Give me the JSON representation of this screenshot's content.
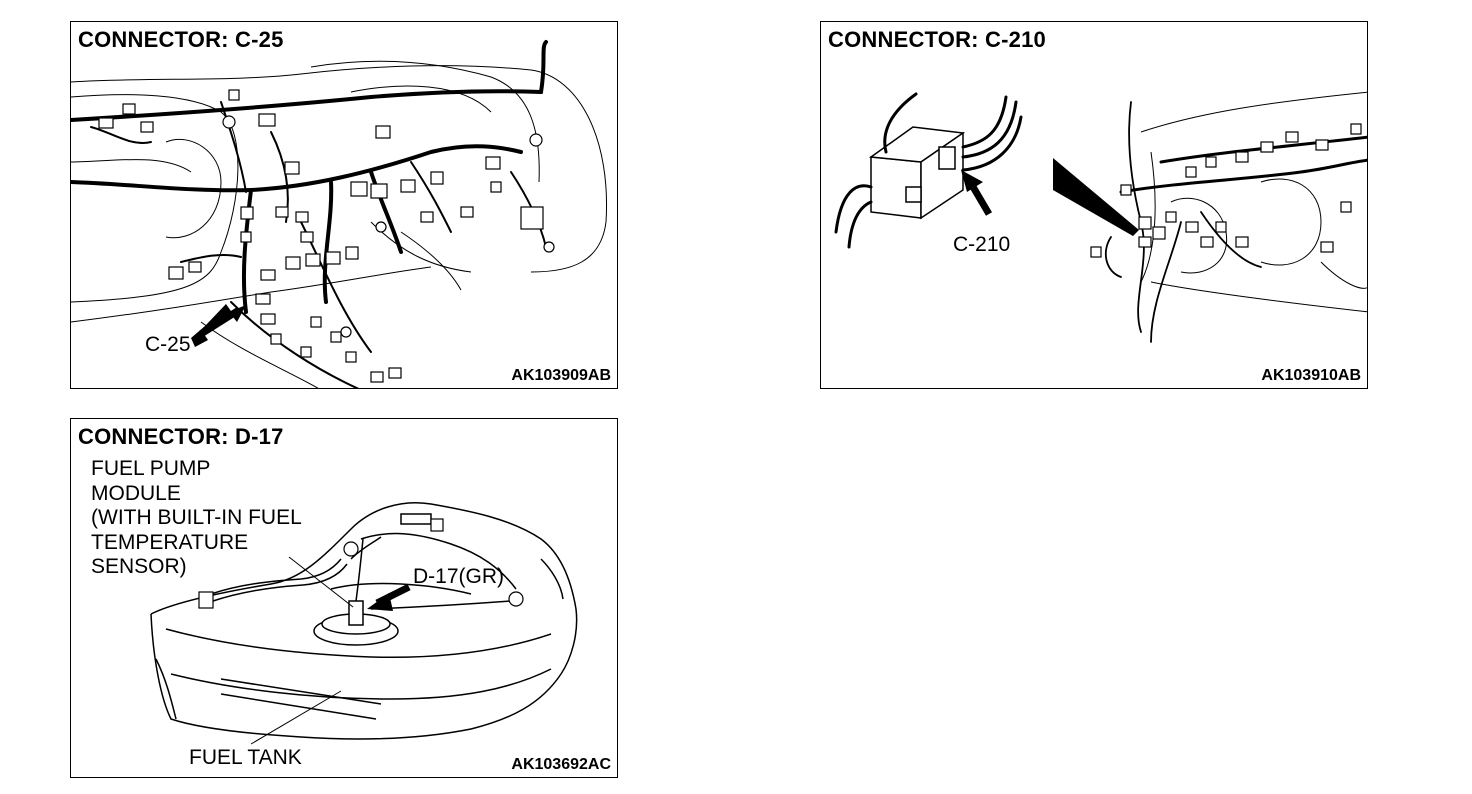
{
  "panels": [
    {
      "title": "CONNECTOR: C-25",
      "code": "AK103909AB",
      "labels": {
        "connector": "C-25"
      }
    },
    {
      "title": "CONNECTOR: C-210",
      "code": "AK103910AB",
      "labels": {
        "connector": "C-210"
      }
    },
    {
      "title": "CONNECTOR: D-17",
      "code": "AK103692AC",
      "labels": {
        "module_lines": [
          "FUEL PUMP",
          "MODULE",
          "(WITH BUILT-IN FUEL",
          "TEMPERATURE",
          "SENSOR)"
        ],
        "connector": "D-17(GR)",
        "tank": "FUEL TANK"
      }
    }
  ]
}
